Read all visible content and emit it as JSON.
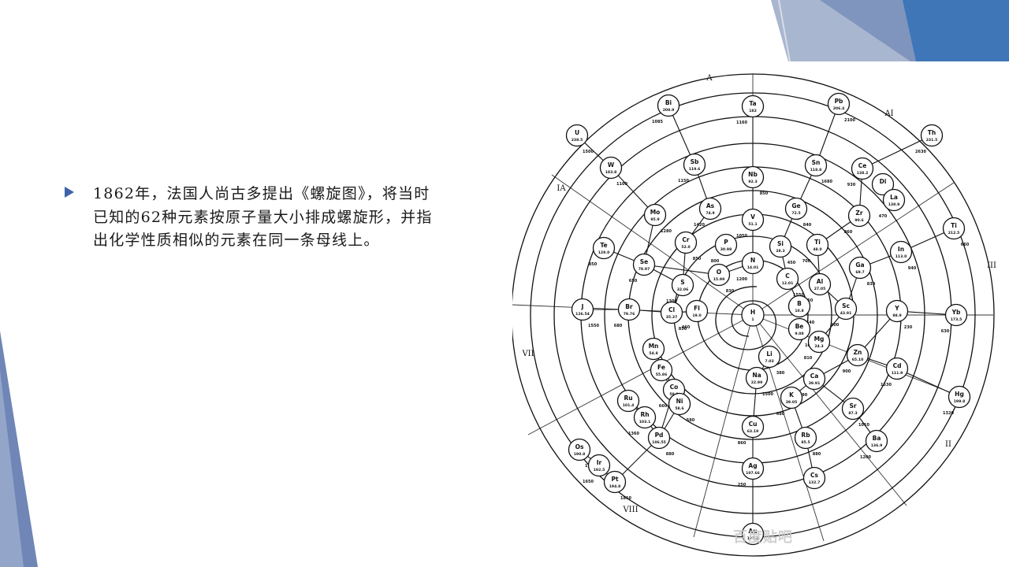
{
  "slide": {
    "bullet_text": "1862年，法国人尚古多提出《螺旋图》，将当时\n已知的62种元素按原子量大小排成螺旋形，并指\n出化学性质相似的元素在同一条母线上。",
    "accent_color": "#3f63a8"
  },
  "figure": {
    "sector_labels": [
      "A",
      "AI",
      "III",
      "II",
      "VIII",
      "VII",
      "IA"
    ],
    "center": {
      "symbol": "H",
      "weight": "1"
    },
    "elements": [
      {
        "symbol": "Ta",
        "weight": "182"
      },
      {
        "symbol": "Pb",
        "weight": "206.4"
      },
      {
        "symbol": "Bi",
        "weight": "208.9"
      },
      {
        "symbol": "U",
        "weight": "238.5"
      },
      {
        "symbol": "Th",
        "weight": "231.5"
      },
      {
        "symbol": "W",
        "weight": "183.8"
      },
      {
        "symbol": "Sb",
        "weight": "119.6"
      },
      {
        "symbol": "Sn",
        "weight": "118.8"
      },
      {
        "symbol": "Ce",
        "weight": "138.2"
      },
      {
        "symbol": "Di",
        "weight": ""
      },
      {
        "symbol": "La",
        "weight": "138.9"
      },
      {
        "symbol": "Nb",
        "weight": "92.3"
      },
      {
        "symbol": "As",
        "weight": "74.9"
      },
      {
        "symbol": "Ge",
        "weight": "72.5"
      },
      {
        "symbol": "Zr",
        "weight": "90.6"
      },
      {
        "symbol": "Mo",
        "weight": "95.9"
      },
      {
        "symbol": "V",
        "weight": "51.1"
      },
      {
        "symbol": "Ti",
        "weight": "212.5"
      },
      {
        "symbol": "Te",
        "weight": "128.0"
      },
      {
        "symbol": "Cr",
        "weight": "52.0"
      },
      {
        "symbol": "P",
        "weight": "30.98"
      },
      {
        "symbol": "Si",
        "weight": "28.3"
      },
      {
        "symbol": "Ti",
        "weight": "48.0"
      },
      {
        "symbol": "In",
        "weight": "113.0"
      },
      {
        "symbol": "Se",
        "weight": "78.97"
      },
      {
        "symbol": "O",
        "weight": "15.99"
      },
      {
        "symbol": "N",
        "weight": "14.01"
      },
      {
        "symbol": "Ga",
        "weight": "69.7"
      },
      {
        "symbol": "S",
        "weight": "32.06"
      },
      {
        "symbol": "C",
        "weight": "12.01"
      },
      {
        "symbol": "Al",
        "weight": "27.05"
      },
      {
        "symbol": "J",
        "weight": "126.54"
      },
      {
        "symbol": "Br",
        "weight": "79.76"
      },
      {
        "symbol": "Cl",
        "weight": "35.37"
      },
      {
        "symbol": "Fl",
        "weight": "19.0"
      },
      {
        "symbol": "B",
        "weight": "10.8"
      },
      {
        "symbol": "Sc",
        "weight": "43.91"
      },
      {
        "symbol": "Y",
        "weight": "88.9"
      },
      {
        "symbol": "Yb",
        "weight": "173.5"
      },
      {
        "symbol": "Be",
        "weight": "9.08"
      },
      {
        "symbol": "Mg",
        "weight": "24.3"
      },
      {
        "symbol": "Mn",
        "weight": "54.8"
      },
      {
        "symbol": "Zn",
        "weight": "65.10"
      },
      {
        "symbol": "Li",
        "weight": "7.03"
      },
      {
        "symbol": "Cd",
        "weight": "111.9"
      },
      {
        "symbol": "Fe",
        "weight": "55.86"
      },
      {
        "symbol": "Ca",
        "weight": "39.91"
      },
      {
        "symbol": "Na",
        "weight": "22.99"
      },
      {
        "symbol": "Co",
        "weight": "58.9"
      },
      {
        "symbol": "Ni",
        "weight": "58.6"
      },
      {
        "symbol": "K",
        "weight": "39.05"
      },
      {
        "symbol": "Sr",
        "weight": "87.3"
      },
      {
        "symbol": "Hg",
        "weight": "199.8"
      },
      {
        "symbol": "Ru",
        "weight": "101.4"
      },
      {
        "symbol": "Rh",
        "weight": "103.1"
      },
      {
        "symbol": "Pd",
        "weight": "106.55"
      },
      {
        "symbol": "Cu",
        "weight": "63.19"
      },
      {
        "symbol": "Rb",
        "weight": "85.5"
      },
      {
        "symbol": "Ba",
        "weight": "136.9"
      },
      {
        "symbol": "Os",
        "weight": "190.8"
      },
      {
        "symbol": "Ir",
        "weight": "192.5"
      },
      {
        "symbol": "Pt",
        "weight": "194.8"
      },
      {
        "symbol": "Ag",
        "weight": "107.66"
      },
      {
        "symbol": "Cs",
        "weight": "132.7"
      },
      {
        "symbol": "Au",
        "weight": "197.2"
      }
    ],
    "melting_labels": [
      "1160",
      "2100",
      "1085",
      "1500",
      "2630",
      "1100",
      "1150",
      "1680",
      "930",
      "800",
      "470",
      "850",
      "1420",
      "840",
      "860",
      "1280",
      "1050",
      "660",
      "850",
      "850",
      "800",
      "450",
      "700",
      "940",
      "650",
      "830",
      "1200",
      "830",
      "1300",
      "1550",
      "350",
      "1550",
      "680",
      "850",
      "460",
      "640",
      "200",
      "230",
      "630",
      "1000",
      "810",
      "630",
      "900",
      "380",
      "1530",
      "860",
      "790",
      "1500",
      "660",
      "580",
      "680",
      "1010",
      "1320",
      "1250",
      "1360",
      "880",
      "860",
      "880",
      "1200",
      "1750",
      "1650",
      "1810",
      "250"
    ],
    "watermark": "百度贴吧"
  }
}
